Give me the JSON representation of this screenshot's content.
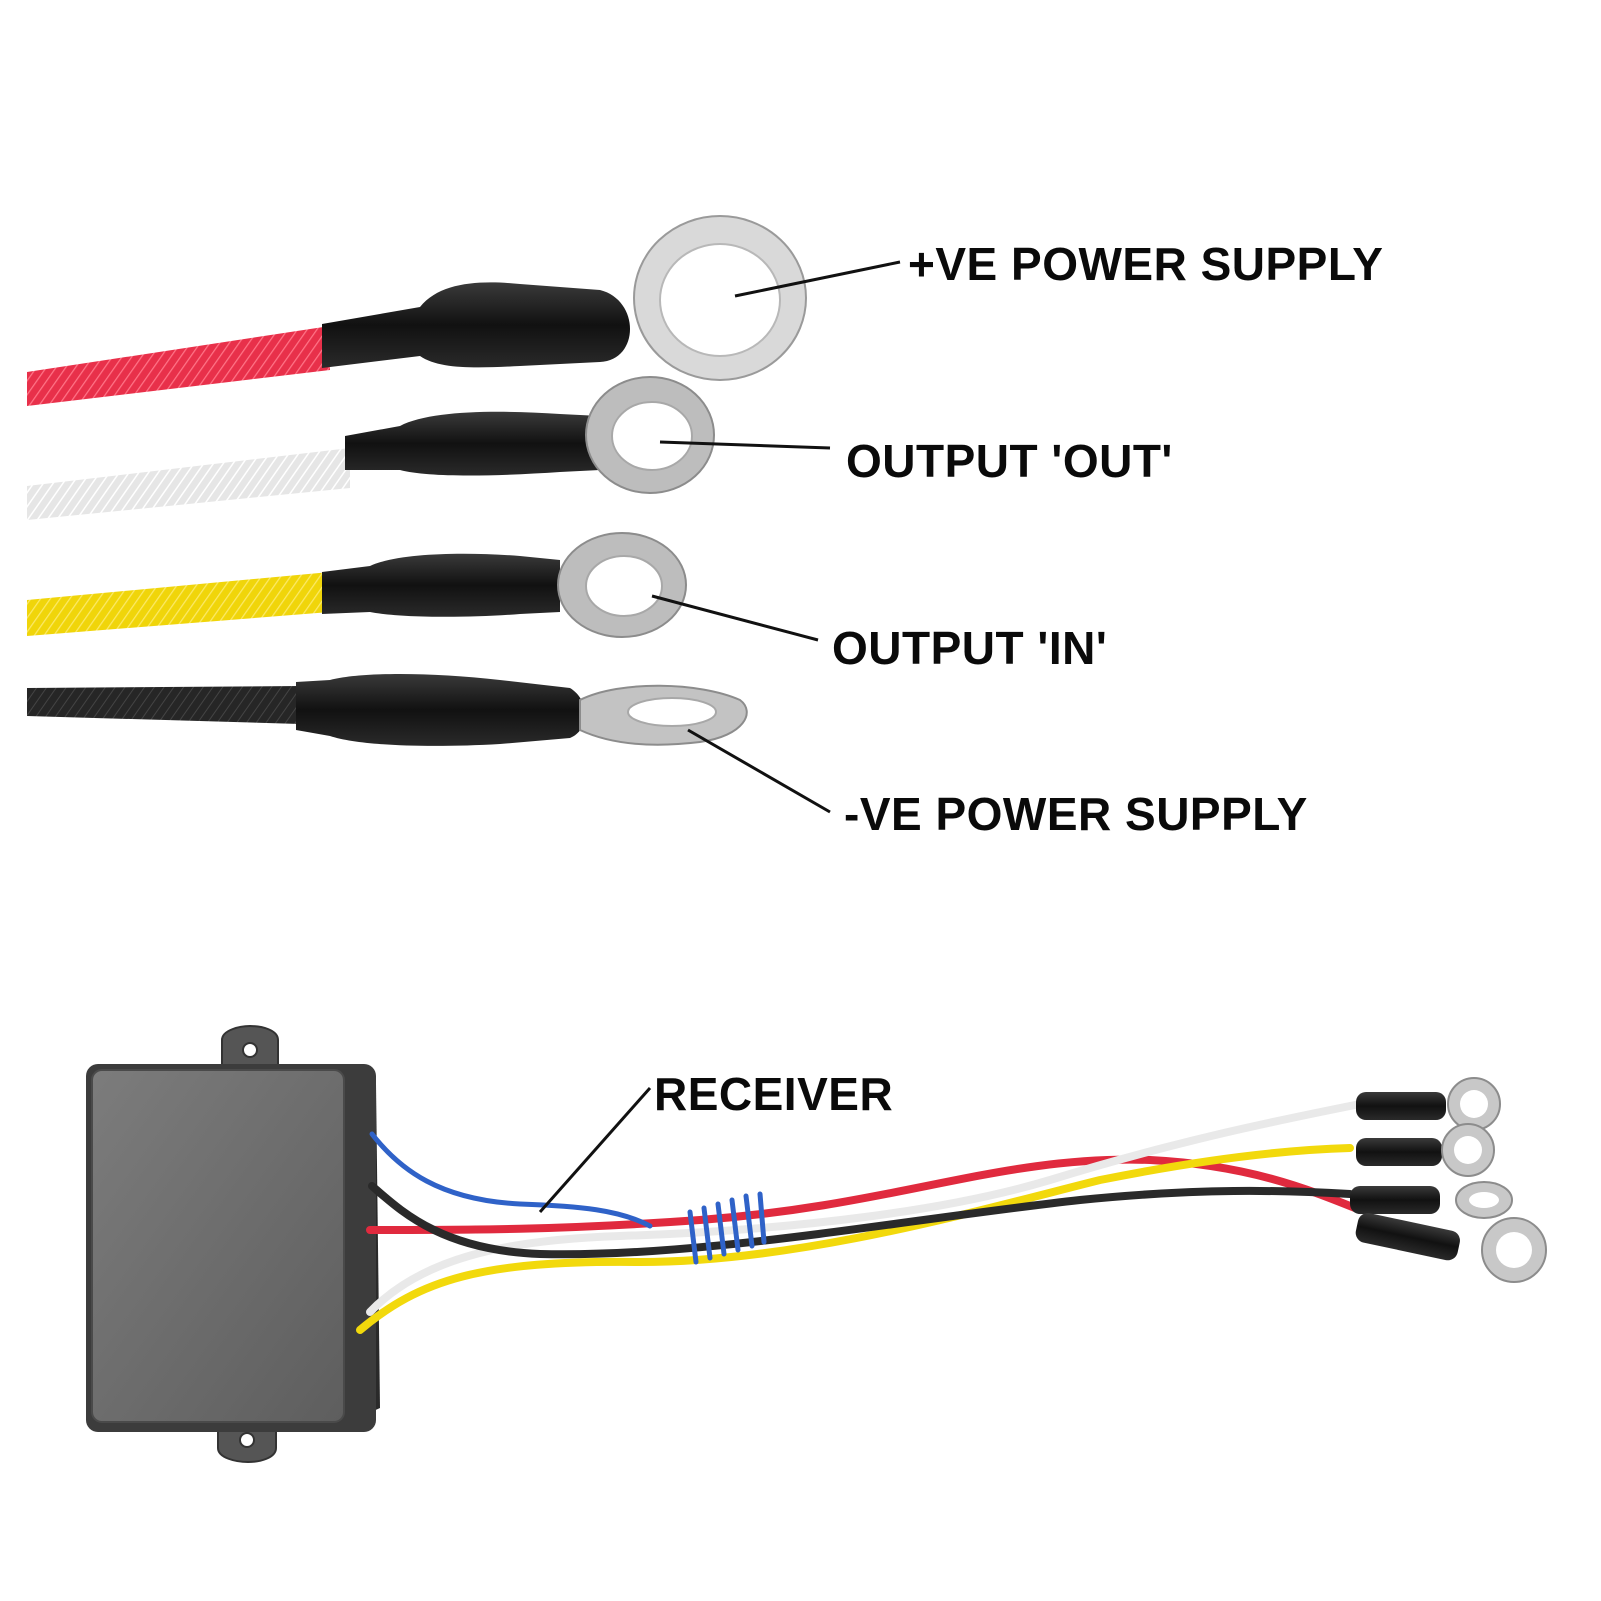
{
  "labels": {
    "positive_supply": "+VE POWER SUPPLY",
    "output_out": "OUTPUT 'OUT'",
    "output_in": "OUTPUT 'IN'",
    "negative_supply": "-VE POWER SUPPLY",
    "receiver": "RECEIVER"
  },
  "colors": {
    "wire_red": "#e8304a",
    "wire_white": "#ebebeb",
    "wire_yellow": "#f2d90c",
    "wire_black": "#2a2a2a",
    "wire_blue": "#2f62c8",
    "heatshrink": "#1c1c1c",
    "ring_terminal": "#c8c8c8",
    "receiver_case": "#6f6f6f"
  }
}
